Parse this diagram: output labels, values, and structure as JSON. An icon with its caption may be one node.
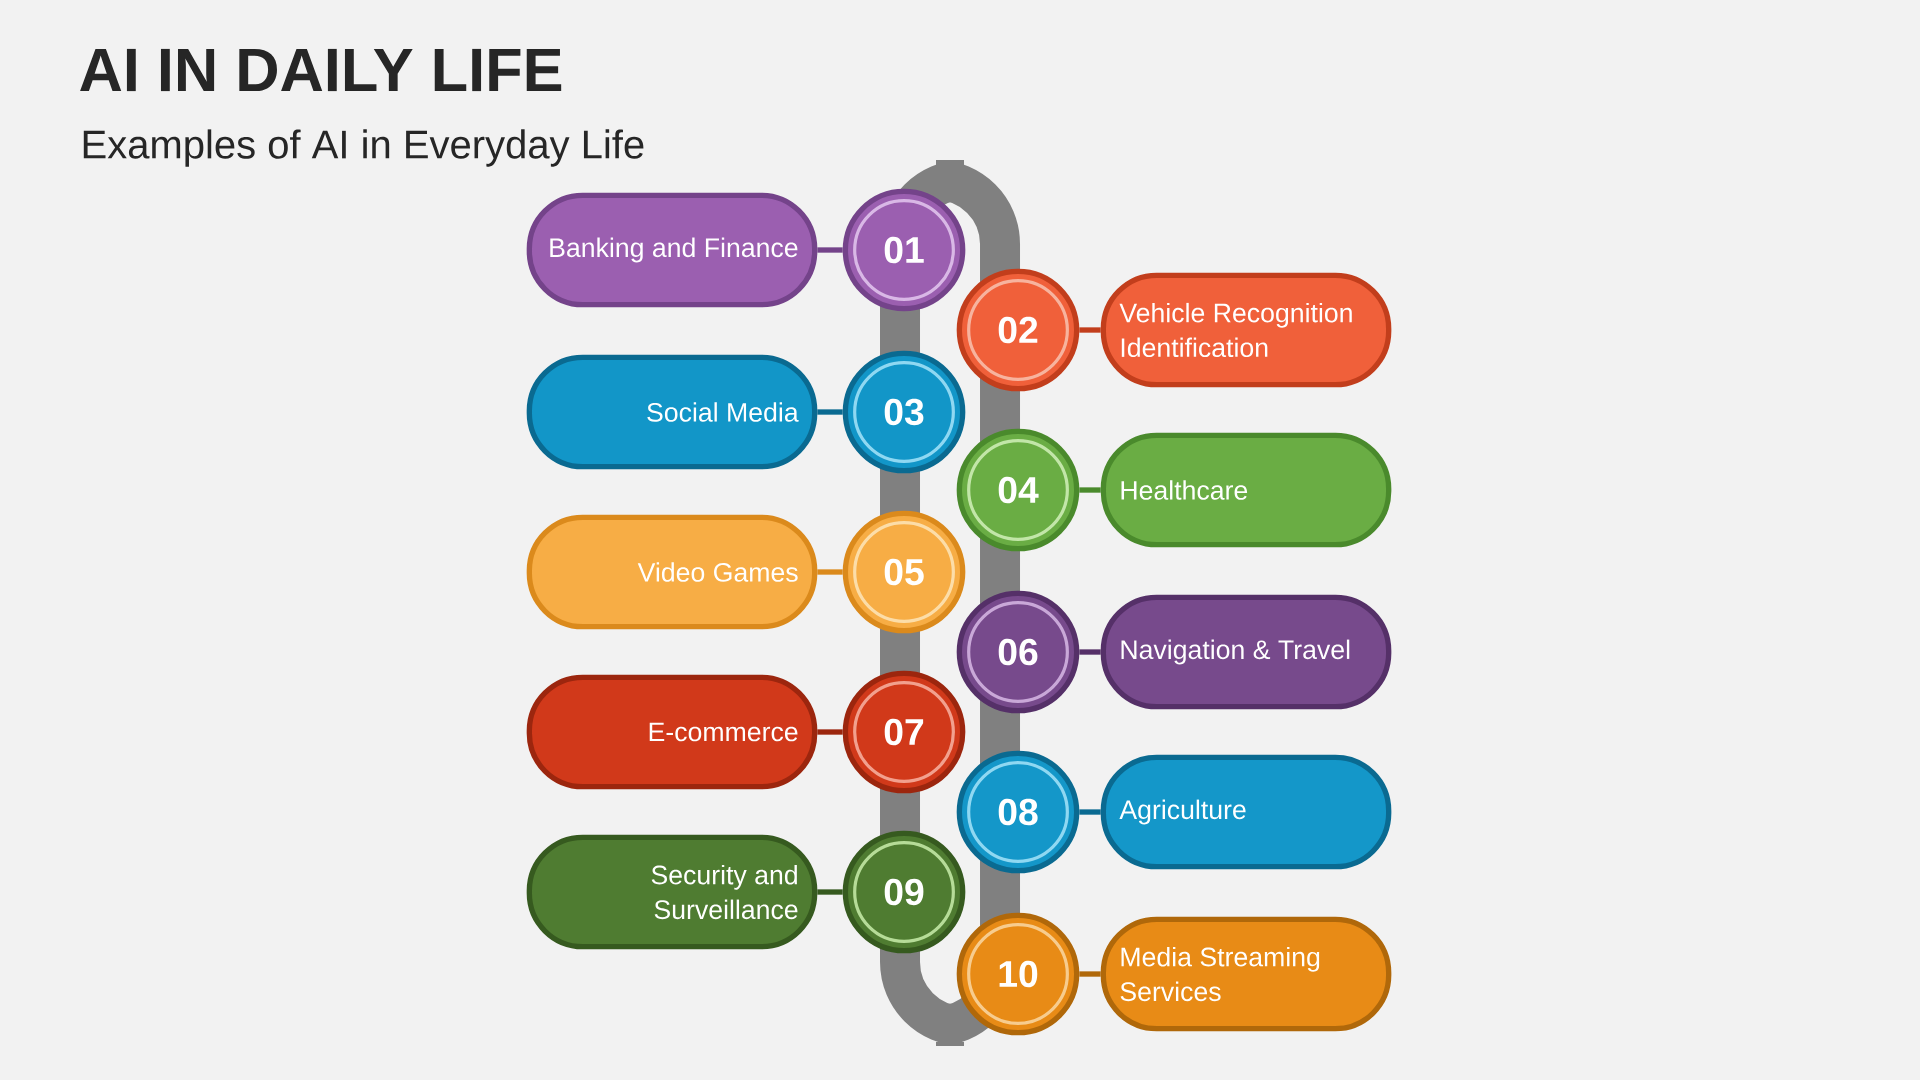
{
  "diagram": {
    "title": "AI IN DAILY LIFE",
    "caption": "Examples of AI in Everyday Life",
    "nodes": [
      {
        "text": [
          "01"
        ]
      },
      {
        "text": [
          "Banking and Finance"
        ]
      },
      {
        "text": [
          "02"
        ]
      },
      {
        "text": [
          "Vehicle Recognition Identification"
        ]
      },
      {
        "text": [
          "03"
        ]
      },
      {
        "text": [
          "Social Media"
        ]
      },
      {
        "text": [
          "04"
        ]
      },
      {
        "text": [
          "Healthcare"
        ]
      },
      {
        "text": [
          "05"
        ]
      },
      {
        "text": [
          "Video Games"
        ]
      },
      {
        "text": [
          "06"
        ]
      },
      {
        "text": [
          "Navigation & Travel"
        ]
      },
      {
        "text": [
          "07"
        ]
      },
      {
        "text": [
          "E-commerce"
        ]
      },
      {
        "text": [
          "08"
        ]
      },
      {
        "text": [
          "Agriculture"
        ]
      },
      {
        "text": [
          "09"
        ]
      },
      {
        "text": [
          "Security and Surveillance"
        ]
      },
      {
        "text": [
          "10"
        ]
      },
      {
        "text": [
          "Media Streaming Services"
        ]
      }
    ],
    "edges": [
      {
        "from": 0,
        "to": 1,
        "arrow": "none",
        "color": "#74438a"
      },
      {
        "from": 2,
        "to": 3,
        "arrow": "none",
        "color": "#c23e1c"
      },
      {
        "from": 4,
        "to": 5,
        "arrow": "none",
        "color": "#0a6a91"
      },
      {
        "from": 6,
        "to": 7,
        "arrow": "none",
        "color": "#4a8a2c"
      },
      {
        "from": 8,
        "to": 9,
        "arrow": "none",
        "color": "#db8a1c"
      },
      {
        "from": 10,
        "to": 11,
        "arrow": "none",
        "color": "#553068"
      },
      {
        "from": 12,
        "to": 13,
        "arrow": "none",
        "color": "#9c260e"
      },
      {
        "from": 14,
        "to": 15,
        "arrow": "none",
        "color": "#0a6a91"
      },
      {
        "from": 16,
        "to": 17,
        "arrow": "none",
        "color": "#365a1f"
      },
      {
        "from": 18,
        "to": 19,
        "arrow": "none",
        "color": "#b0680a"
      }
    ]
  }
}
